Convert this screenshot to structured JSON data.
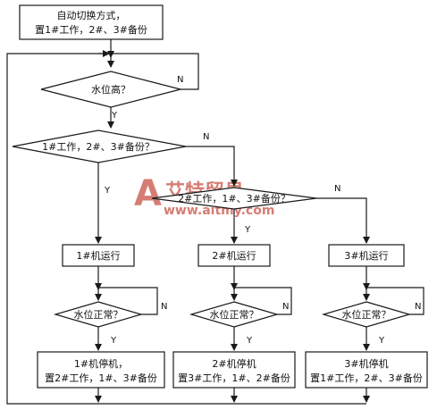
{
  "nodes": {
    "start_line1": "自动切换方式，",
    "start_line2": "置1#工作，2#、3#备份",
    "dec_level_high": "水位高？",
    "dec_unit1": "1#工作，2#、3#备份？",
    "dec_unit2": "2#工作，1#、3#备份？",
    "run1": "1#机运行",
    "run2": "2#机运行",
    "run3": "3#机运行",
    "normal1": "水位正常？",
    "normal2": "水位正常？",
    "normal3": "水位正常？",
    "stop1_line1": "1#机停机，",
    "stop1_line2": "置2#工作，1#、3#备份",
    "stop2_line1": "2#机停机",
    "stop2_line2": "置3#工作，1#、2#备份",
    "stop3_line1": "3#机停机",
    "stop3_line2": "置1#工作，2#、3#备份"
  },
  "labels": {
    "yes": "Y",
    "no": "N"
  },
  "watermark": {
    "brand": "艾特贸易",
    "url": "www.aitmy.com",
    "logo_letter": "A"
  }
}
